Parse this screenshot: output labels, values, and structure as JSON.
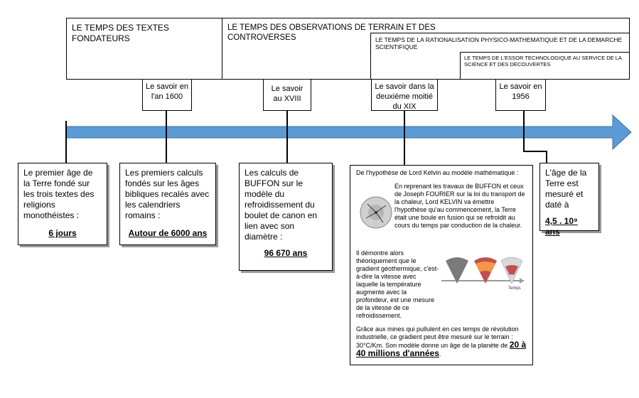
{
  "eras": {
    "e1": "LE TEMPS DES TEXTES FONDATEURS",
    "e2": "LE TEMPS DES OBSERVATIONS DE TERRAIN ET DES CONTROVERSES",
    "e3": "LE TEMPS DE LA RATIONALISATION PHYSICO-MATHEMATIQUE ET DE LA DEMARCHE SCIENTIFIQUE",
    "e4": "LE TEMPS DE L'ESSOR TECHNOLOGIQUE AU SERVICE DE LA SCIENCE ET DES DECOUVERTES"
  },
  "knowledge": {
    "k1": "Le savoir en l'an 1600",
    "k2": "Le savoir au XVIII",
    "k3": "Le savoir dans la deuxième moitié du XIX",
    "k4": "Le savoir en 1956"
  },
  "events": {
    "ev1_text": "Le premier âge de la Terre fondé sur les trois textes des religions monothéistes :",
    "ev1_result": "6 jours",
    "ev2_text": "Les premiers calculs fondés sur les âges bibliques recalés avec les calendriers romains :",
    "ev2_result": "Autour de 6000 ans",
    "ev3_text": "Les calculs de BUFFON sur le modèle du refroidissement du boulet de canon en lien avec son diamètre :",
    "ev3_result": "96 670 ans",
    "ev5_text": "L'âge de la Terre est mesuré et daté à",
    "ev5_result": "4,5 . 10⁹ ans"
  },
  "kelvin": {
    "title": "De l'hypothèse de Lord Kelvin au modèle mathématique :",
    "p1": "En reprenant les travaux de BUFFON et ceux de Joseph FOURIER sur la loi du transport de la chaleur, Lord KELVIN va émettre l'hypothèse qu'au commencement, la Terre était une boule en fusion qui se refroidit au cours du temps par conduction de la chaleur.",
    "p2": "Il démontre alors théoriquement que le gradient géothermique, c'est-à-dire la vitesse avec laquelle la température augmente avec la profondeur, est une mesure de la vitesse de ce refroidissement.",
    "p3": "Grâce aux mines qui pullulent en ces temps de révolution industrielle, ce gradient peut être mesuré sur le terrain : 30°C/Km. Son modèle donne un âge de la planète de",
    "p3_result": "20 à 40 millions d'années",
    "p3_end": ".",
    "temps_label": "Temps"
  },
  "colors": {
    "arrow": "#5b9bd5",
    "arrow_dark": "#41719c",
    "cone_red": "#c0504d",
    "cone_orange": "#f79646"
  }
}
